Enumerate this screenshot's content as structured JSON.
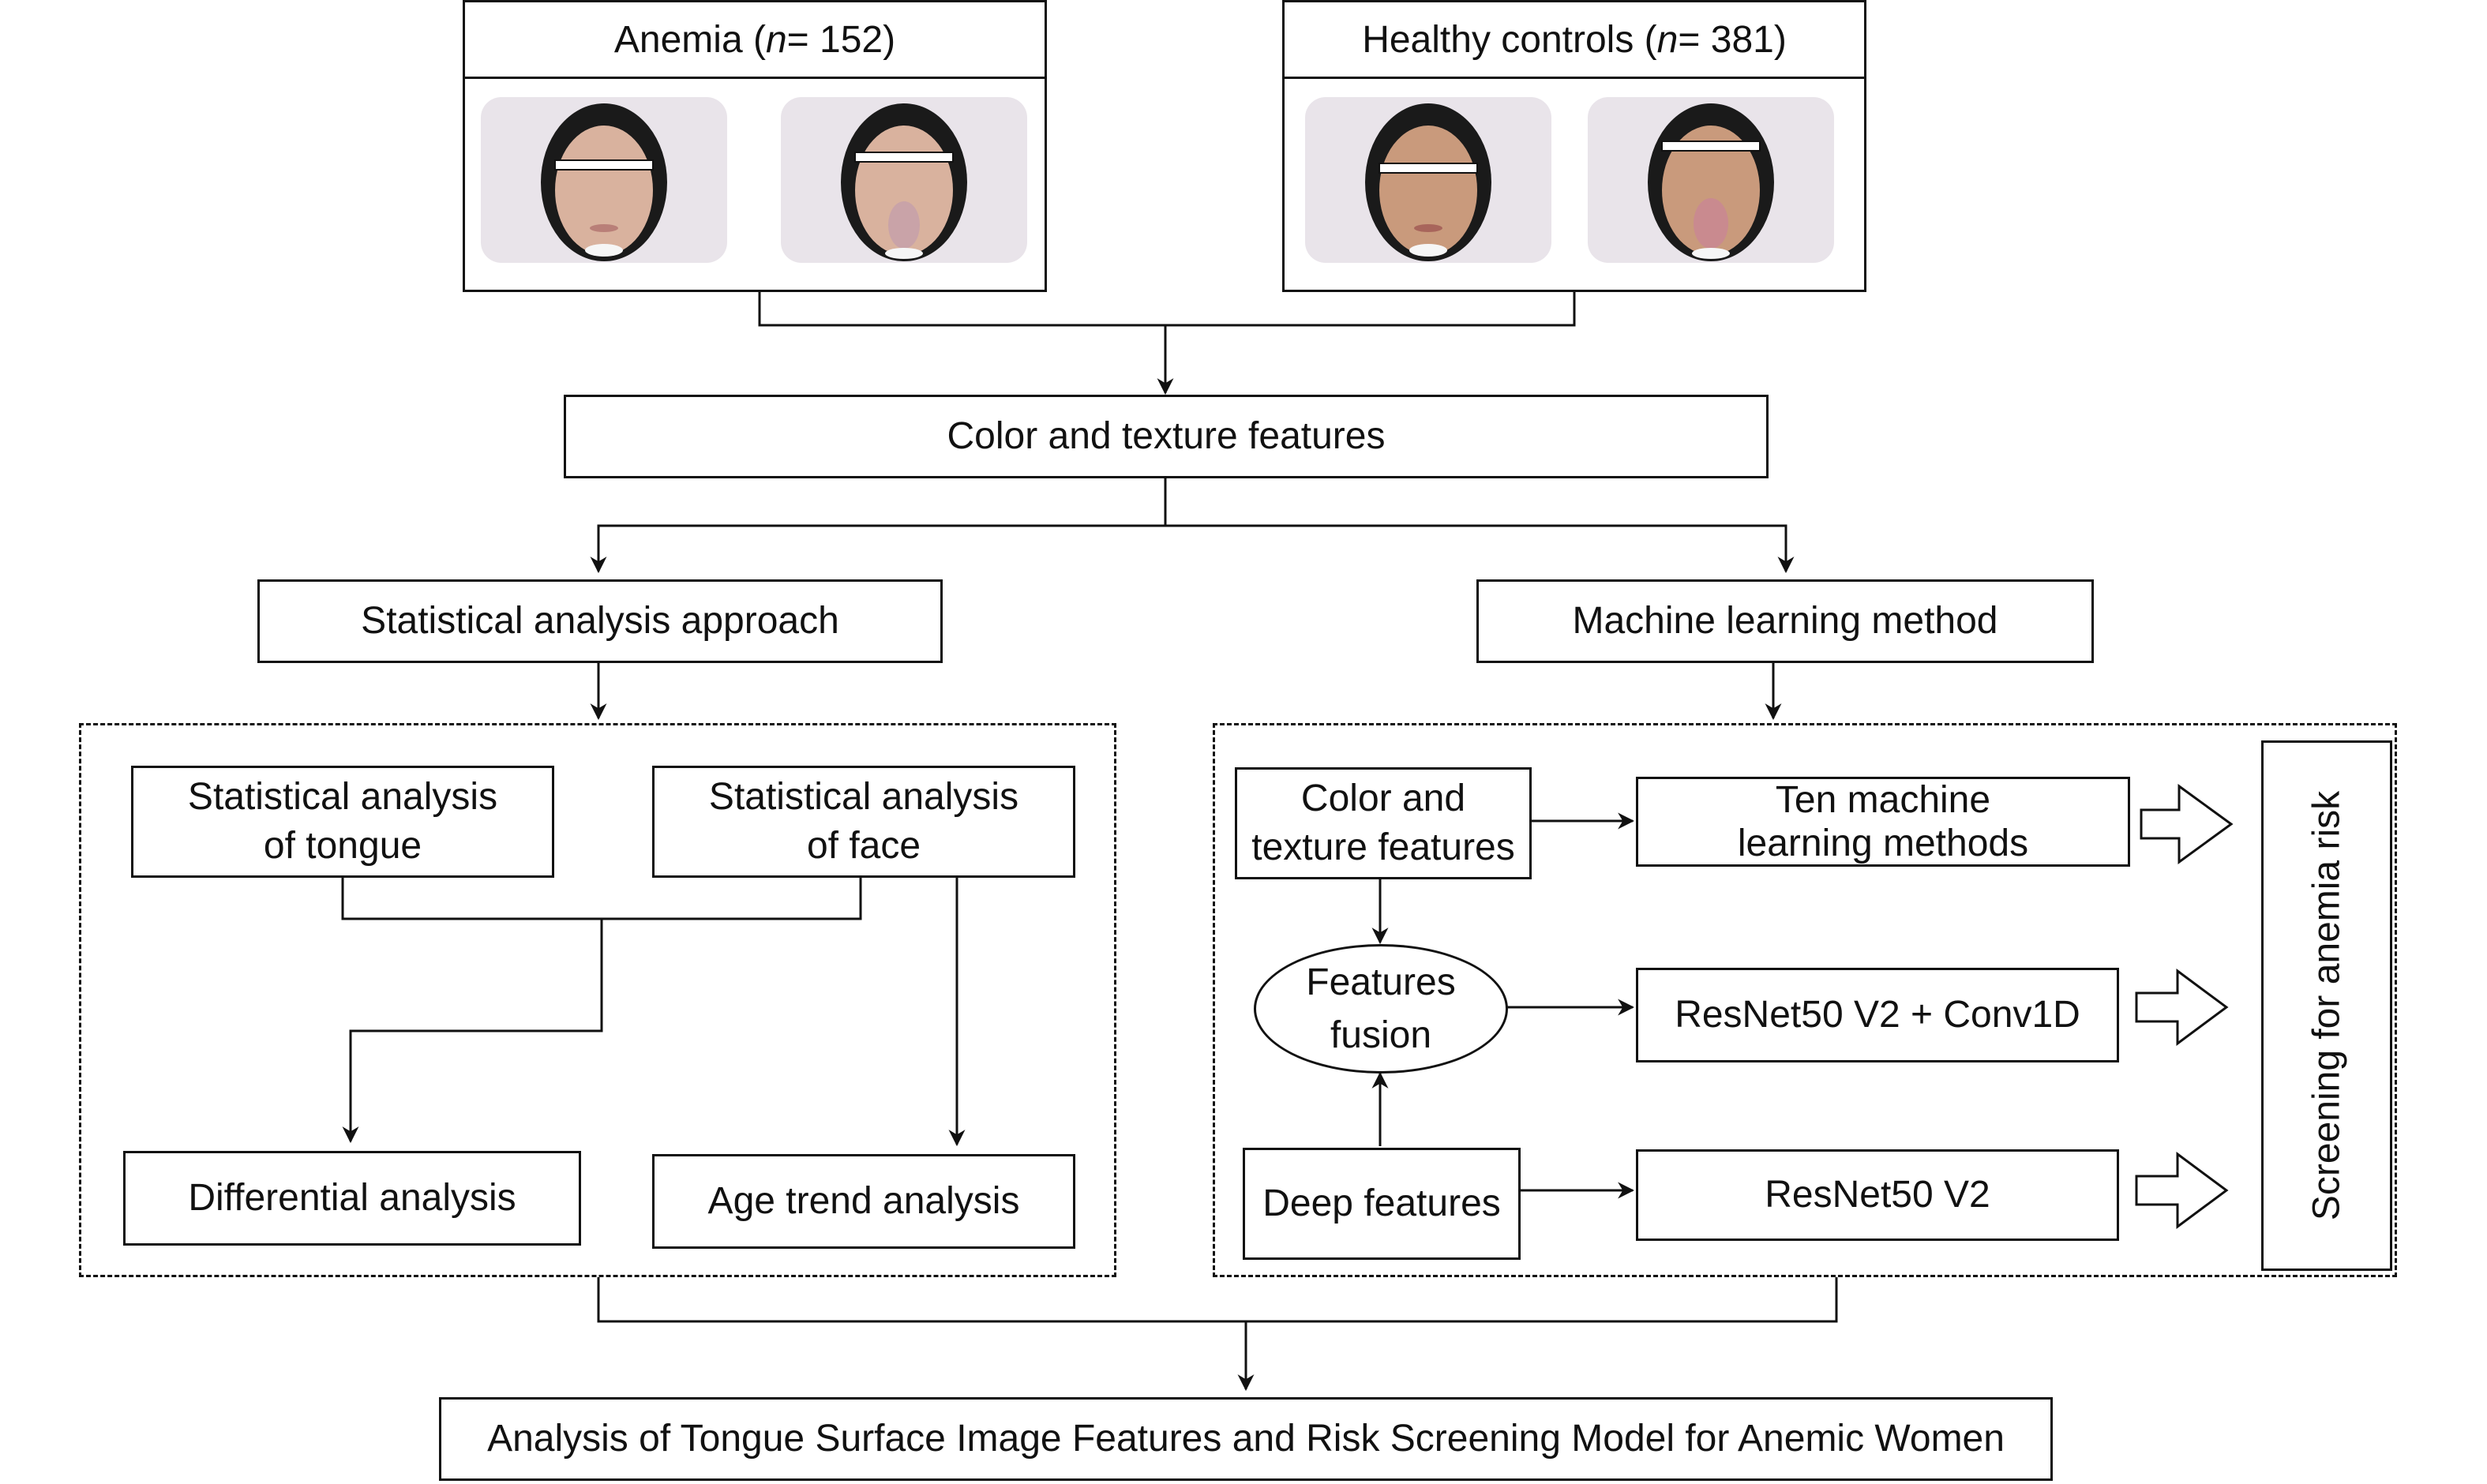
{
  "groups": {
    "anemia": {
      "label": "Anemia (",
      "n": "n",
      "value": " = 152)"
    },
    "healthy": {
      "label": "Healthy controls (",
      "n": "n",
      "value": " = 381)"
    }
  },
  "nodes": {
    "color_texture": "Color and texture features",
    "statistical": "Statistical analysis approach",
    "machine_learning": "Machine learning method",
    "stat_tongue": [
      "Statistical analysis",
      "of tongue"
    ],
    "stat_face": [
      "Statistical analysis",
      "of face"
    ],
    "differential": "Differential analysis",
    "age_trend": "Age trend analysis",
    "ml_color_texture": [
      "Color and",
      "texture features"
    ],
    "features_fusion": [
      "Features",
      "fusion"
    ],
    "deep_features": "Deep features",
    "ten_ml": [
      "Ten machine",
      "learning methods"
    ],
    "resnet_conv": "ResNet50 V2 + Conv1D",
    "resnet": "ResNet50 V2",
    "screening": "Screening for anemia risk",
    "final": "Analysis of Tongue Surface Image Features and Risk Screening Model for Anemic Women"
  },
  "colors": {
    "line": "#111111",
    "background": "#ffffff",
    "photo_bg": "#e9e4ea",
    "skin": "#d9b29e",
    "hair": "#1a1a1a"
  }
}
